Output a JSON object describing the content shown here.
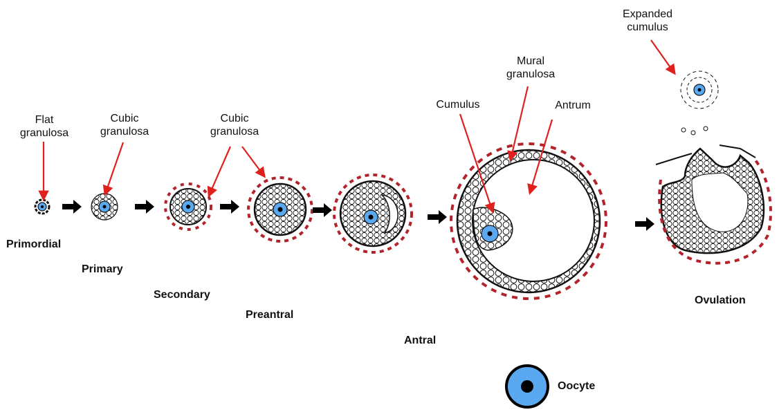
{
  "stages": {
    "primordial": "Primordial",
    "primary": "Primary",
    "secondary": "Secondary",
    "preantral": "Preantral",
    "antral": "Antral",
    "ovulation": "Ovulation"
  },
  "annotations": {
    "flat_1": "Flat",
    "flat_2": "granulosa",
    "cubic_a_1": "Cubic",
    "cubic_a_2": "granulosa",
    "cubic_b_1": "Cubic",
    "cubic_b_2": "granulosa",
    "cumulus": "Cumulus",
    "mural_1": "Mural",
    "mural_2": "granulosa",
    "antrum": "Antrum",
    "expanded_1": "Expanded",
    "expanded_2": "cumulus"
  },
  "legend": {
    "oocyte": "Oocyte"
  },
  "colors": {
    "oocyte": "#5aa9f0",
    "theca": "#b3232b",
    "pointer": "#e0201c",
    "flow_arrow": "#000000"
  }
}
